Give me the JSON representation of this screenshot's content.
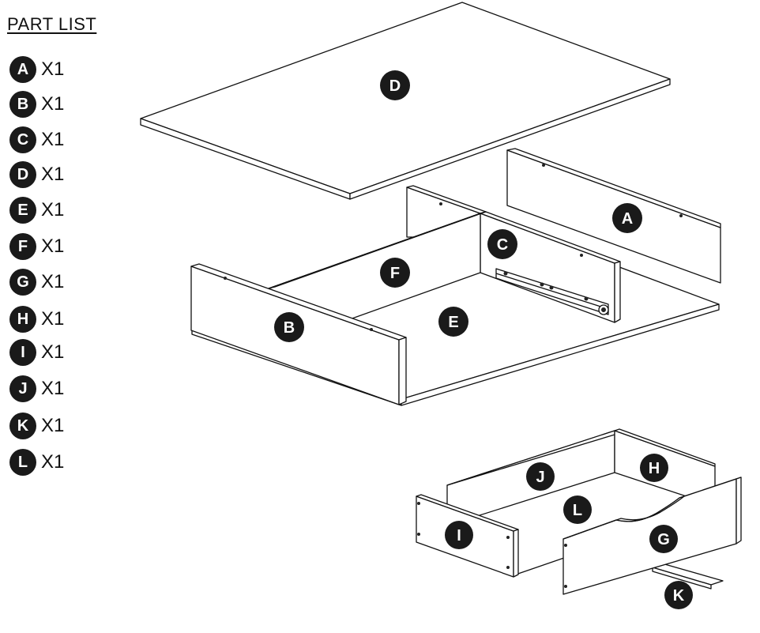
{
  "title": "PART LIST",
  "parts": [
    {
      "letter": "A",
      "qty": "X1"
    },
    {
      "letter": "B",
      "qty": "X1"
    },
    {
      "letter": "C",
      "qty": "X1"
    },
    {
      "letter": "D",
      "qty": "X1"
    },
    {
      "letter": "E",
      "qty": "X1"
    },
    {
      "letter": "F",
      "qty": "X1"
    },
    {
      "letter": "G",
      "qty": "X1"
    },
    {
      "letter": "H",
      "qty": "X1"
    },
    {
      "letter": "I",
      "qty": "X1"
    },
    {
      "letter": "J",
      "qty": "X1"
    },
    {
      "letter": "K",
      "qty": "X1"
    },
    {
      "letter": "L",
      "qty": "X1"
    }
  ],
  "diagram_labels": {
    "top_panel": "D",
    "back_panel": "A",
    "divider_panel": "C",
    "inner_side_panel": "F",
    "front_side_panel": "B",
    "bottom_panel": "E",
    "drawer_back": "J",
    "drawer_right_side": "H",
    "drawer_bottom": "L",
    "drawer_left_side": "I",
    "drawer_front": "G",
    "drawer_runner": "K"
  }
}
